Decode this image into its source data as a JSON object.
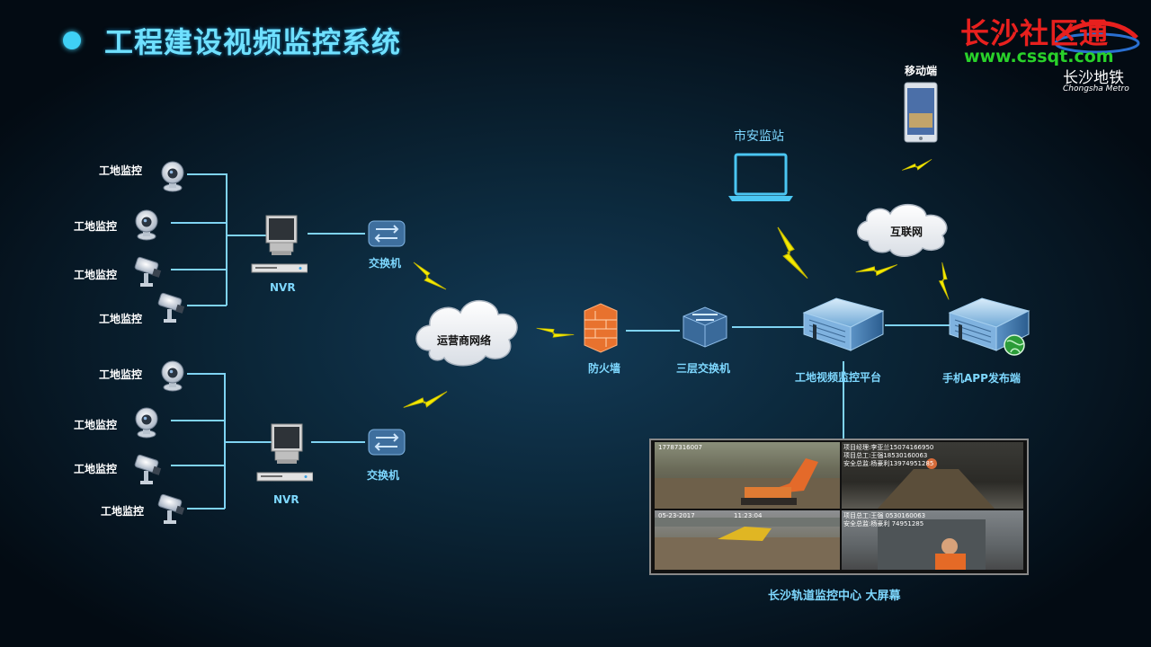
{
  "title": "工程建设视频监控系统",
  "logo": {
    "main": "长沙社区通",
    "url": "www.cssqt.com",
    "metro_cn": "长沙地铁",
    "metro_en": "Chongsha Metro"
  },
  "nodes": {
    "camera_label": "工地监控",
    "nvr": "NVR",
    "switch": "交换机",
    "carrier_network": "运营商网络",
    "firewall": "防火墙",
    "l3_switch": "三层交换机",
    "platform": "工地视频监控平台",
    "app_publisher": "手机APP发布端",
    "internet": "互联网",
    "mobile": "移动端",
    "city_station": "市安监站",
    "big_screen": "长沙轨道监控中心 大屏幕"
  },
  "screen_overlays": {
    "tl": "17787316007",
    "tr1": "项目经理:李亚兰15074166950",
    "tr2": "项目总工:王强18530160063",
    "tr3": "安全总监:杨豪利13974951285",
    "bl_date": "05-23-2017",
    "bl_time": "11:23:04",
    "br1": "项目总工:王强 0530160063",
    "br2": "安全总监:杨豪利 74951285"
  },
  "colors": {
    "accent": "#3fd0f5",
    "line": "#7fd3f2",
    "bolt": "#f2e600",
    "logo_red": "#e8201e",
    "logo_green": "#29d12a"
  }
}
